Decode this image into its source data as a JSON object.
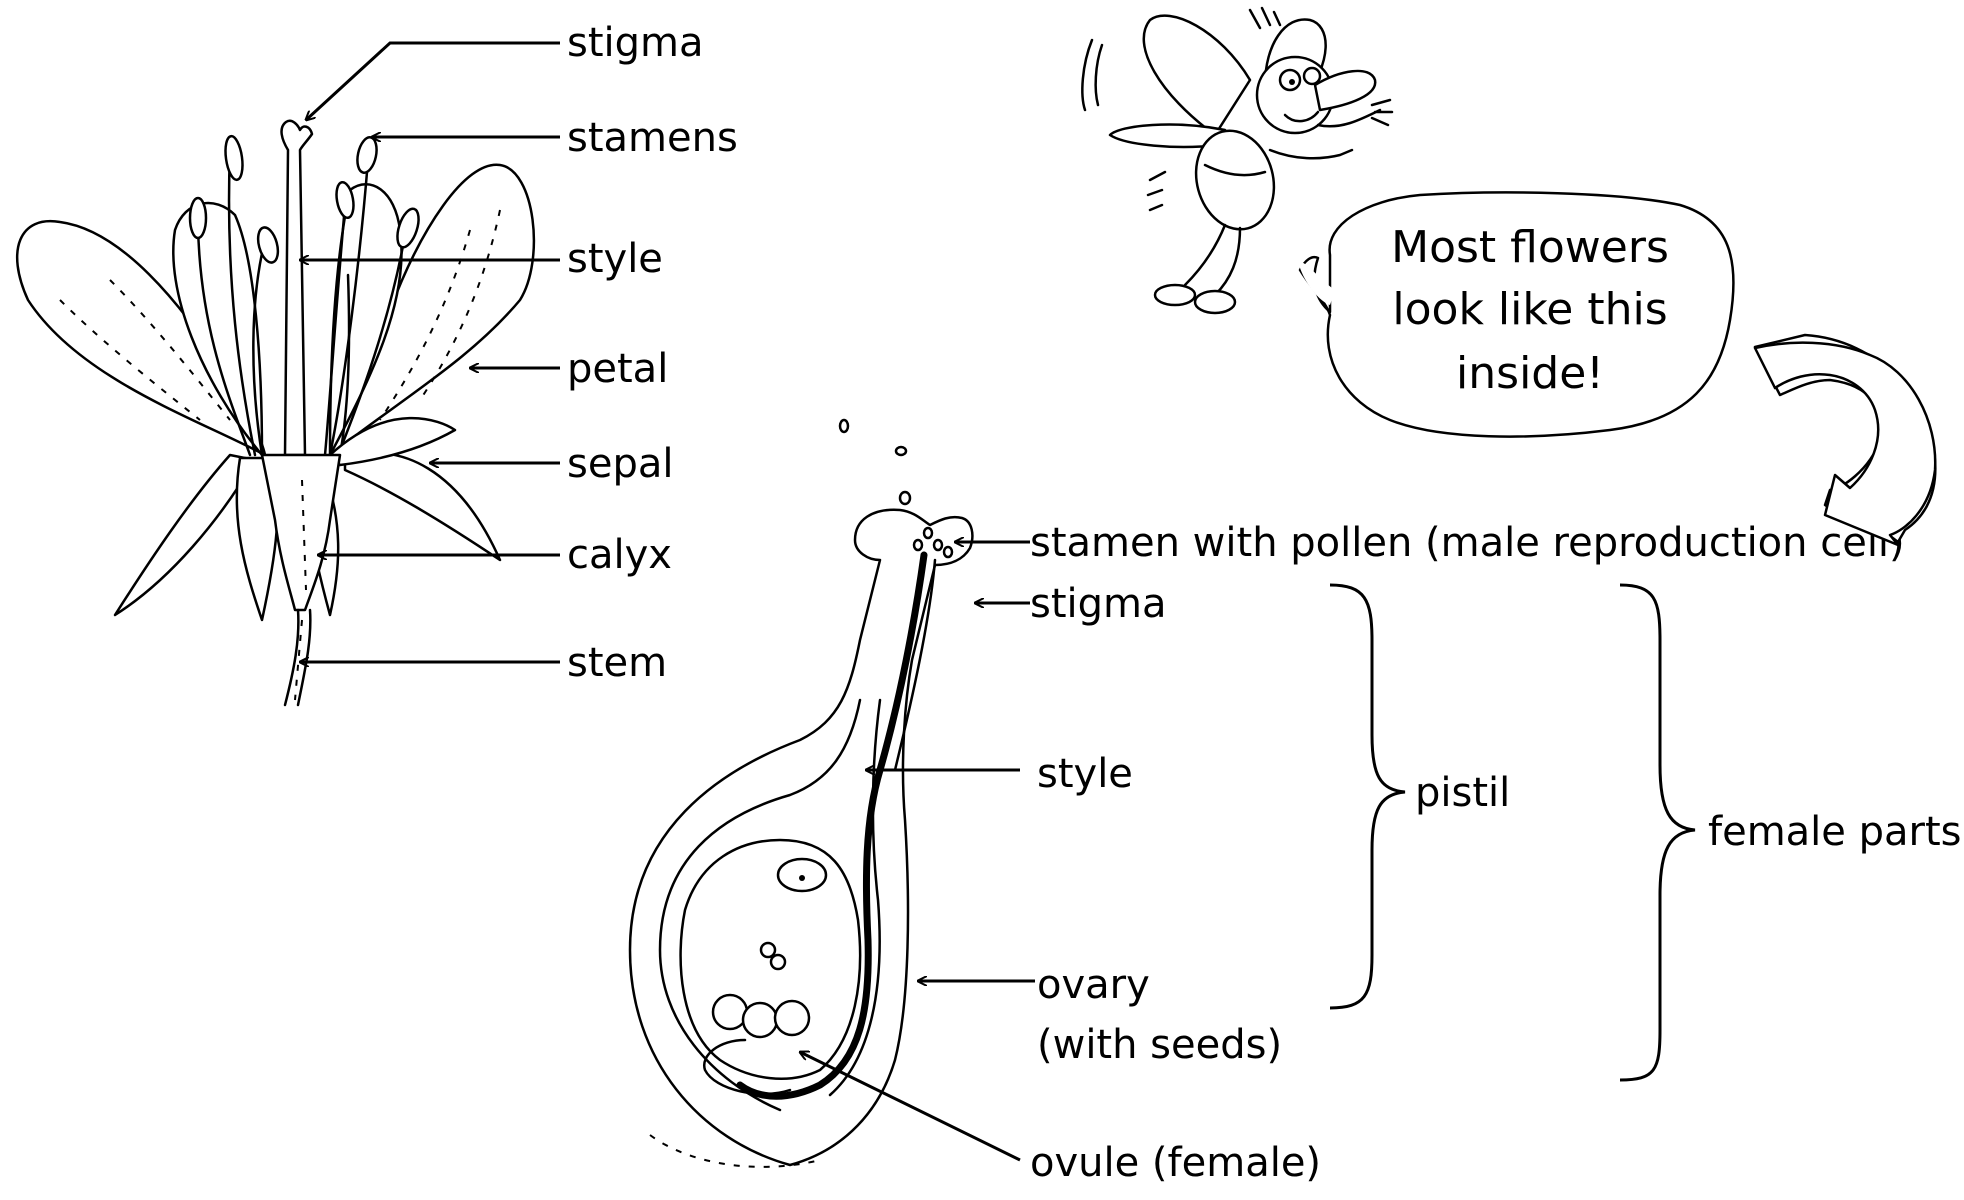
{
  "flower_labels": {
    "stigma": "stigma",
    "stamens": "stamens",
    "style": "style",
    "petal": "petal",
    "sepal": "sepal",
    "calyx": "calyx",
    "stem": "stem"
  },
  "pistil_labels": {
    "stamen_pollen": "stamen with pollen (male reproduction cell)",
    "stigma": "stigma",
    "style": "style",
    "ovary_line1": "ovary",
    "ovary_line2": "(with seeds)",
    "ovule": "ovule (female)"
  },
  "groups": {
    "pistil": "pistil",
    "female_parts": "female parts"
  },
  "speech_bubble": {
    "line1": "Most flowers",
    "line2": "look like this",
    "line3": "inside!"
  },
  "icons": [
    "flower-cross-section",
    "pistil-cross-section",
    "cartoon-bee-icon",
    "curved-arrow-icon"
  ]
}
